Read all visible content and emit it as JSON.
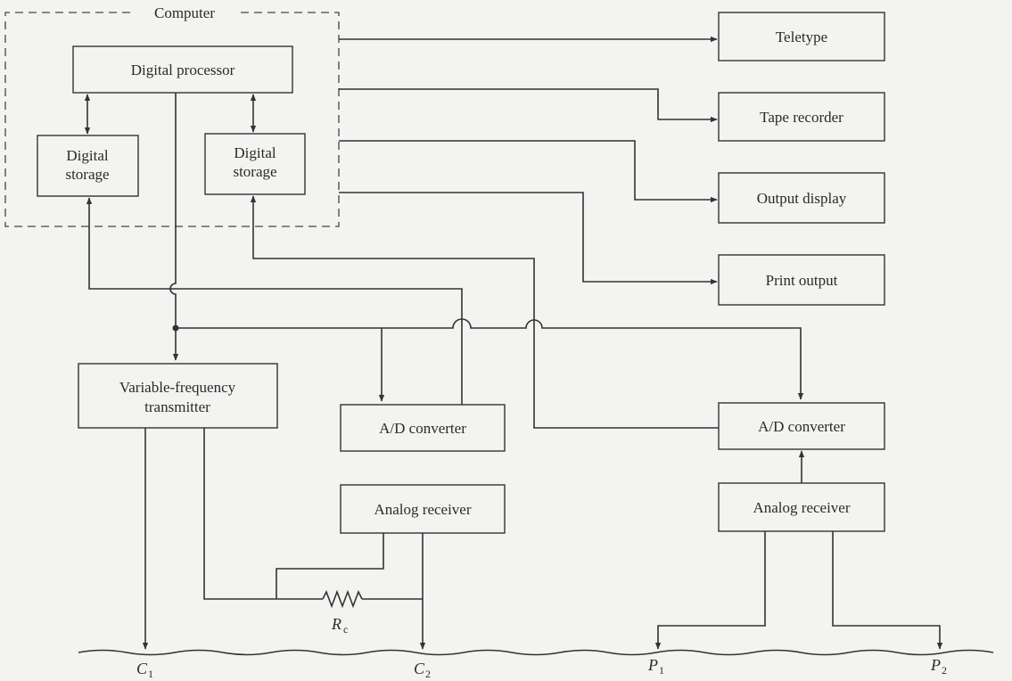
{
  "computer": {
    "label": "Computer"
  },
  "blocks": {
    "digital_processor": "Digital processor",
    "digital_storage_left": [
      "Digital",
      "storage"
    ],
    "digital_storage_right": [
      "Digital",
      "storage"
    ],
    "teletype": "Teletype",
    "tape_recorder": "Tape recorder",
    "output_display": "Output display",
    "print_output": "Print output",
    "transmitter": [
      "Variable-frequency",
      "transmitter"
    ],
    "ad_converter_left": "A/D converter",
    "ad_converter_right": "A/D converter",
    "analog_receiver_left": "Analog receiver",
    "analog_receiver_right": "Analog receiver"
  },
  "resistor": {
    "symbol": "R",
    "subscript": "c"
  },
  "electrodes": [
    {
      "symbol": "C",
      "subscript": "1"
    },
    {
      "symbol": "C",
      "subscript": "2"
    },
    {
      "symbol": "P",
      "subscript": "1"
    },
    {
      "symbol": "P",
      "subscript": "2"
    }
  ]
}
